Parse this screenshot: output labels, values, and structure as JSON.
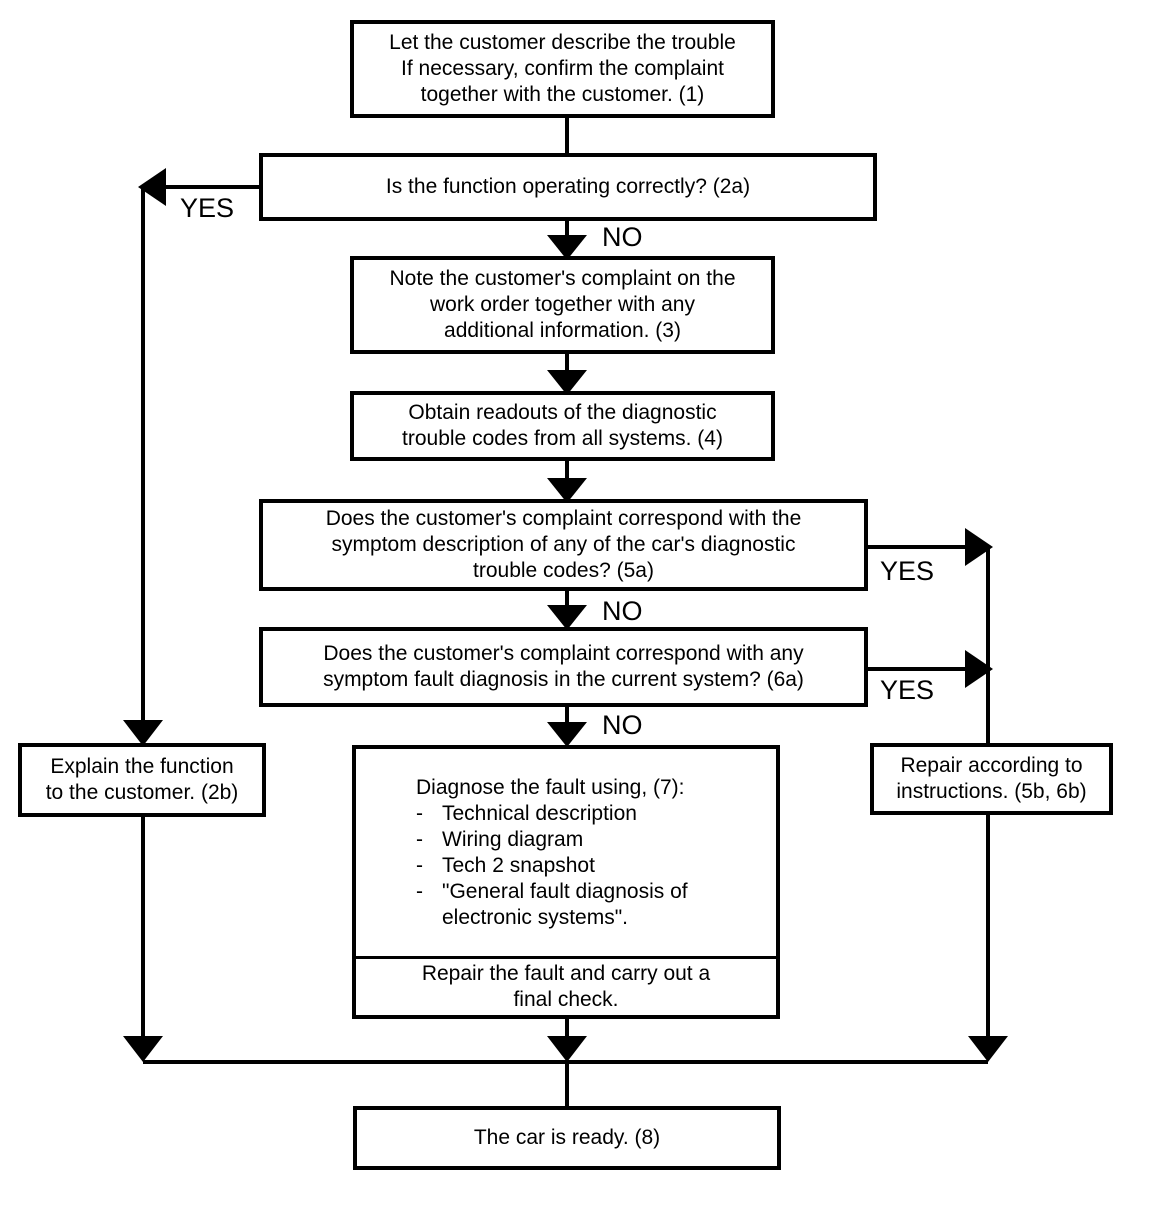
{
  "boxes": {
    "b1": [
      "Let the customer describe the trouble",
      "If necessary, confirm the complaint",
      "together with the customer. (1)"
    ],
    "b2a": "Is the function operating correctly?  (2a)",
    "b3": [
      "Note the customer's complaint on the",
      "work order together with any",
      "additional information.  (3)"
    ],
    "b4": [
      "Obtain readouts of the diagnostic",
      "trouble codes from all systems. (4)"
    ],
    "b5a": [
      "Does the customer's complaint correspond with the",
      "symptom description of any of the car's diagnostic",
      "trouble codes? (5a)"
    ],
    "b6a": [
      "Does the customer's complaint correspond with any",
      "symptom fault diagnosis in the current system? (6a)"
    ],
    "b2b": [
      "Explain the function",
      "to the customer. (2b)"
    ],
    "b56b": [
      "Repair according to",
      "instructions. (5b, 6b)"
    ],
    "b7": {
      "heading": "Diagnose the fault using, (7):",
      "items": [
        "Technical description",
        "Wiring diagram",
        "Tech 2 snapshot",
        "\"General fault diagnosis of electronic systems\"."
      ],
      "repair": [
        "Repair the fault and carry out a",
        "final check."
      ]
    },
    "b8": "The car is ready. (8)"
  },
  "labels": {
    "yes_2a": "YES",
    "no_2a": "NO",
    "yes_5a": "YES",
    "no_5a": "NO",
    "yes_6a": "YES",
    "no_6a": "NO"
  }
}
